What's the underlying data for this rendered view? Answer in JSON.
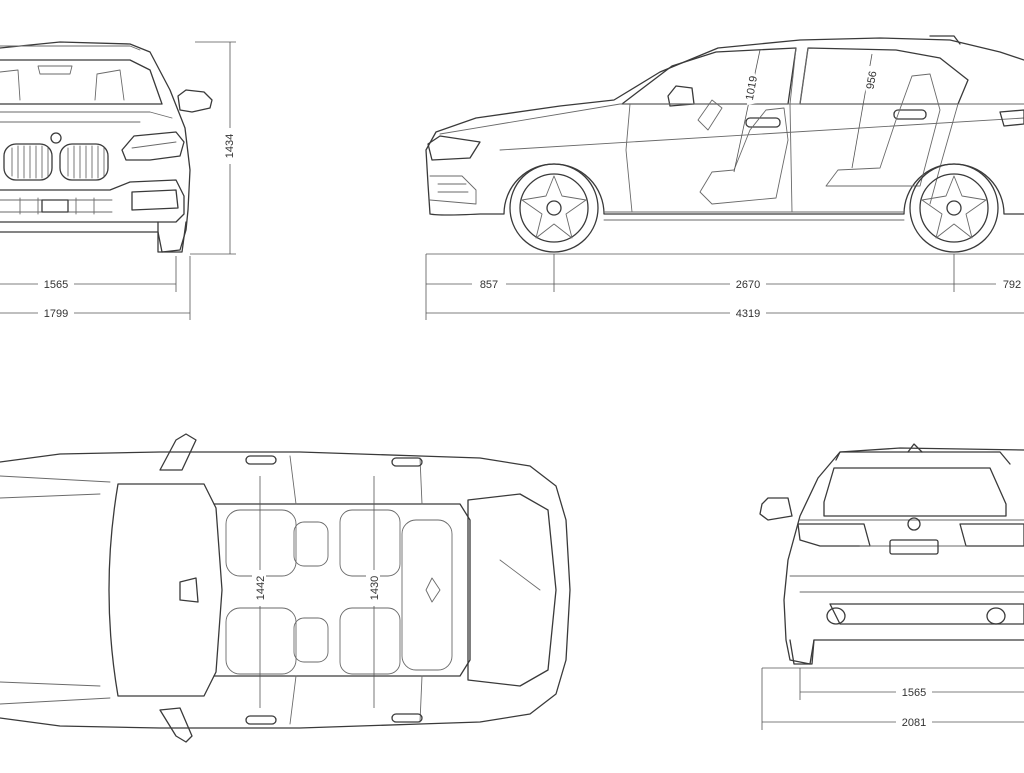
{
  "dimensions": {
    "front_track": "1565",
    "front_width": "1799",
    "front_height": "1434",
    "side_front_overhang": "857",
    "side_wheelbase": "2670",
    "side_rear_overhang": "792",
    "side_length": "4319",
    "side_front_headroom": "1019",
    "side_rear_headroom": "956",
    "top_front_shoulder": "1442",
    "top_rear_shoulder": "1430",
    "rear_track": "1565",
    "rear_width_mirrors": "2081"
  },
  "colors": {
    "line": "#3a3a3a",
    "background": "#ffffff"
  }
}
